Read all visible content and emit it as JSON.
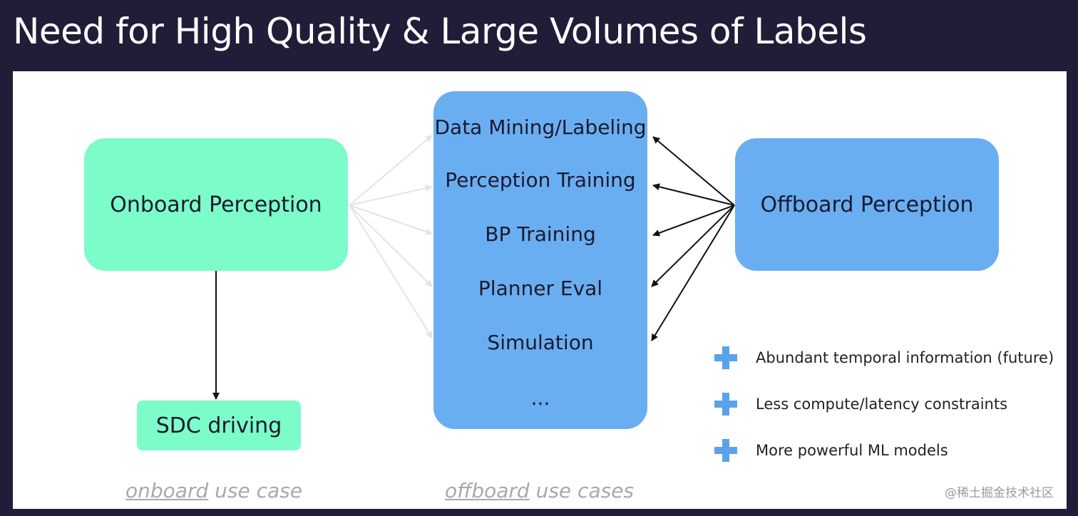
{
  "title": "Need for High Quality & Large Volumes of Labels",
  "onboard": {
    "label": "Onboard Perception"
  },
  "sdc": {
    "label": "SDC driving"
  },
  "offboard": {
    "label": "Offboard Perception"
  },
  "use_cases": [
    "Data Mining/Labeling",
    "Perception Training",
    "BP Training",
    "Planner Eval",
    "Simulation",
    "..."
  ],
  "benefits": [
    "Abundant temporal information (future)",
    "Less compute/latency constraints",
    "More powerful ML models"
  ],
  "captions": {
    "onboard_underlined": "onboard",
    "onboard_rest": " use case",
    "offboard_underlined": "offboard",
    "offboard_rest": " use cases"
  },
  "watermark": "@稀土掘金技术社区",
  "colors": {
    "onboard_green": "#7cfcc8",
    "offboard_blue": "#6aaef2",
    "plus_blue": "#5aa2ea",
    "header_bg": "#1f1d38"
  }
}
